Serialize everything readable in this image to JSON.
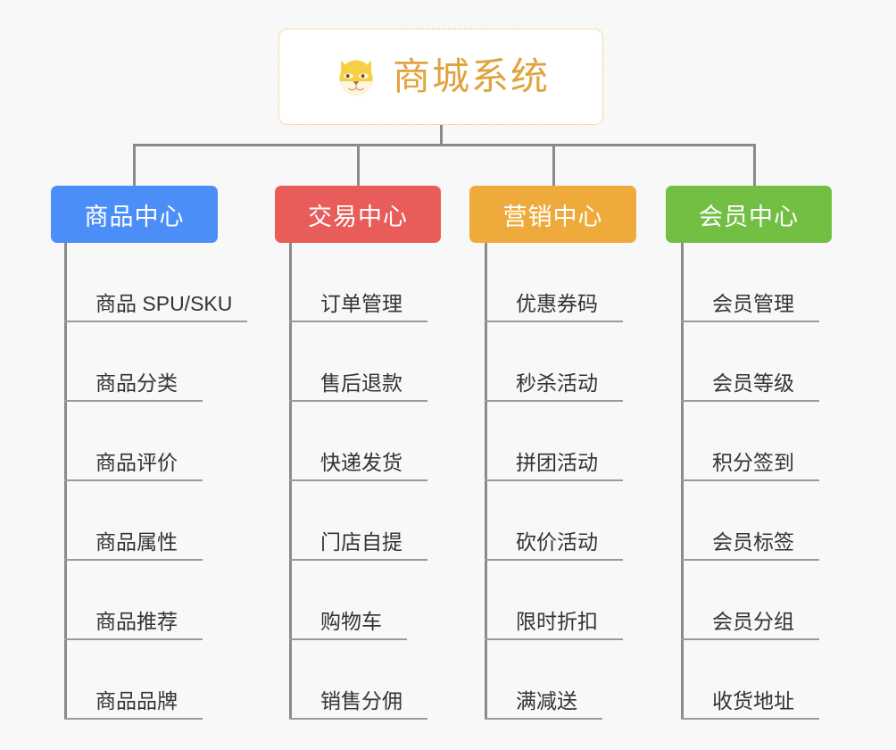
{
  "page": {
    "background_color": "#f8f8f8",
    "connector_color": "#8a8a8a",
    "leaf_line_color": "#9a9a9a",
    "leaf_text_color": "#333333"
  },
  "root": {
    "title": "商城系统",
    "emoji_name": "shiba-dog-emoji",
    "text_color": "#e0a33e",
    "border_color": "#efb73d",
    "background_color": "#ffffff"
  },
  "branches": [
    {
      "label": "商品中心",
      "color": "#4c8ef7",
      "items": [
        "商品 SPU/SKU",
        "商品分类",
        "商品评价",
        "商品属性",
        "商品推荐",
        "商品品牌"
      ]
    },
    {
      "label": "交易中心",
      "color": "#e85c59",
      "items": [
        "订单管理",
        "售后退款",
        "快递发货",
        "门店自提",
        "购物车",
        "销售分佣"
      ]
    },
    {
      "label": "营销中心",
      "color": "#eeab3c",
      "items": [
        "优惠券码",
        "秒杀活动",
        "拼团活动",
        "砍价活动",
        "限时折扣",
        "满减送"
      ]
    },
    {
      "label": "会员中心",
      "color": "#73bf44",
      "items": [
        "会员管理",
        "会员等级",
        "积分签到",
        "会员标签",
        "会员分组",
        "收货地址"
      ]
    }
  ]
}
